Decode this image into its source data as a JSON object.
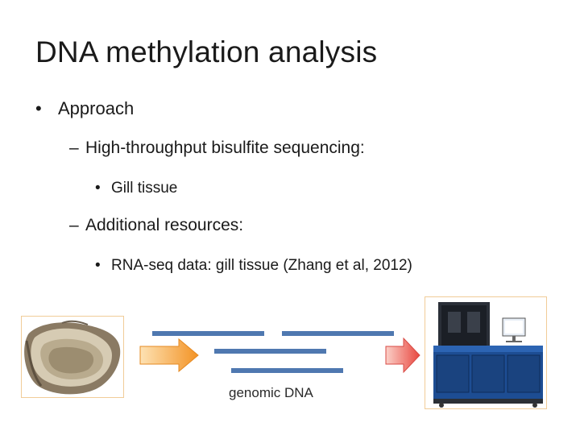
{
  "slide": {
    "title": "DNA methylation analysis",
    "bullet_l1": {
      "marker": "•",
      "text": "Approach"
    },
    "bullet_l2a": {
      "marker": "–",
      "text": "High-throughput bisulfite sequencing:"
    },
    "bullet_l3a": {
      "marker": "•",
      "text": "Gill tissue"
    },
    "bullet_l2b": {
      "marker": "–",
      "text": "Additional resources:"
    },
    "bullet_l3b": {
      "marker": "•",
      "text": "RNA-seq data: gill tissue (Zhang et al, 2012)"
    },
    "diagram_caption": "genomic DNA"
  },
  "colors": {
    "dna_bar": "#4f78b0",
    "arrow_left": "#f59a2c",
    "arrow_right": "#e8595a",
    "image_border": "#f1cc98"
  },
  "icons": [
    "oyster-image",
    "orange-arrow-icon",
    "red-arrow-icon",
    "sequencer-machine-image"
  ]
}
